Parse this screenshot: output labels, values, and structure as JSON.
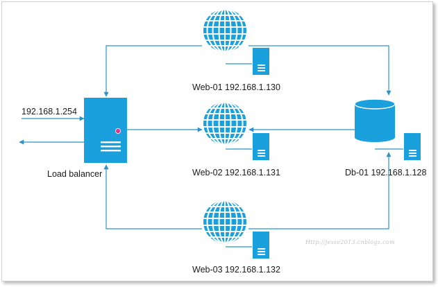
{
  "nodes": {
    "load_balancer": {
      "label": "Load balancer",
      "inbound_ip": "192.168.1.254"
    },
    "web01": {
      "label": "Web-01 192.168.1.130"
    },
    "web02": {
      "label": "Web-02 192.168.1.131"
    },
    "web03": {
      "label": "Web-03 192.168.1.132"
    },
    "db01": {
      "label": "Db-01 192.168.1.128"
    }
  },
  "watermark": "Http://jesse2013.cnblogs.com",
  "colors": {
    "primary": "#1aa0dc",
    "connector": "#2a93c8",
    "status_dot": "#e0358f"
  }
}
